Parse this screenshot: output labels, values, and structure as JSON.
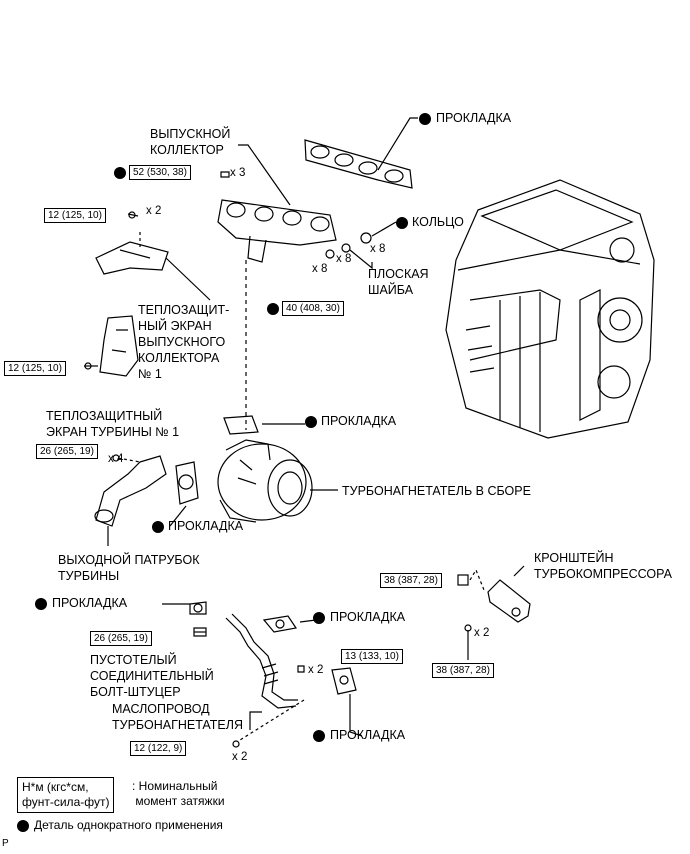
{
  "labels": {
    "exhaust_manifold": "ВЫПУСКНОЙ\nКОЛЛЕКТОР",
    "gasket_top": "ПРОКЛАДКА",
    "ring": "КОЛЬЦО",
    "flat_washer": "ПЛОСКАЯ\nШАЙБА",
    "manifold_heat_shield": "ТЕПЛОЗАЩИТ-\nНЫЙ ЭКРАН\nВЫПУСКНОГО\nКОЛЛЕКТОРА\n№ 1",
    "turbine_heat_shield": "ТЕПЛОЗАЩИТНЫЙ\nЭКРАН ТУРБИНЫ № 1",
    "gasket_mid": "ПРОКЛАДКА",
    "turbo_assembly": "ТУРБОНАГНЕТАТЕЛЬ В СБОРЕ",
    "gasket_outlet": "ПРОКЛАДКА",
    "outlet_pipe": "ВЫХОДНОЙ ПАТРУБОК\nТУРБИНЫ",
    "bracket": "КРОНШТЕЙН\nТУРБОКОМПРЕССОРА",
    "gasket_left": "ПРОКЛАДКА",
    "gasket_right": "ПРОКЛАДКА",
    "union_bolt": "ПУСТОТЕЛЫЙ\nСОЕДИНИТЕЛЬНЫЙ\nБОЛТ-ШТУЦЕР",
    "oil_pipe": "МАСЛОПРОВОД\nТУРБОНАГНЕТАТЕЛЯ",
    "gasket_bottom": "ПРОКЛАДКА"
  },
  "torques": {
    "t1": "52 (530, 38)",
    "t2": "12 (125, 10)",
    "t3": "40 (408, 30)",
    "t4": "12 (125, 10)",
    "t5": "26 (265, 19)",
    "t6": "38 (387, 28)",
    "t7": "26 (265, 19)",
    "t8": "13 (133, 10)",
    "t9": "38 (387, 28)",
    "t10": "12 (122, 9)"
  },
  "quantities": {
    "q1": "x 3",
    "q2": "x 2",
    "q3": "x 8",
    "q4": "x 8",
    "q5": "x 8",
    "q6": "x 4",
    "q7": "x 2",
    "q8": "x 2",
    "q9": "x 2"
  },
  "legend": {
    "unit": "Н*м (кгс*см,\nфунт-сила-фут)",
    "unit_desc": ": Номинальный\n момент затяжки",
    "single_use": "Деталь однократного применения"
  },
  "corner_mark": "P"
}
